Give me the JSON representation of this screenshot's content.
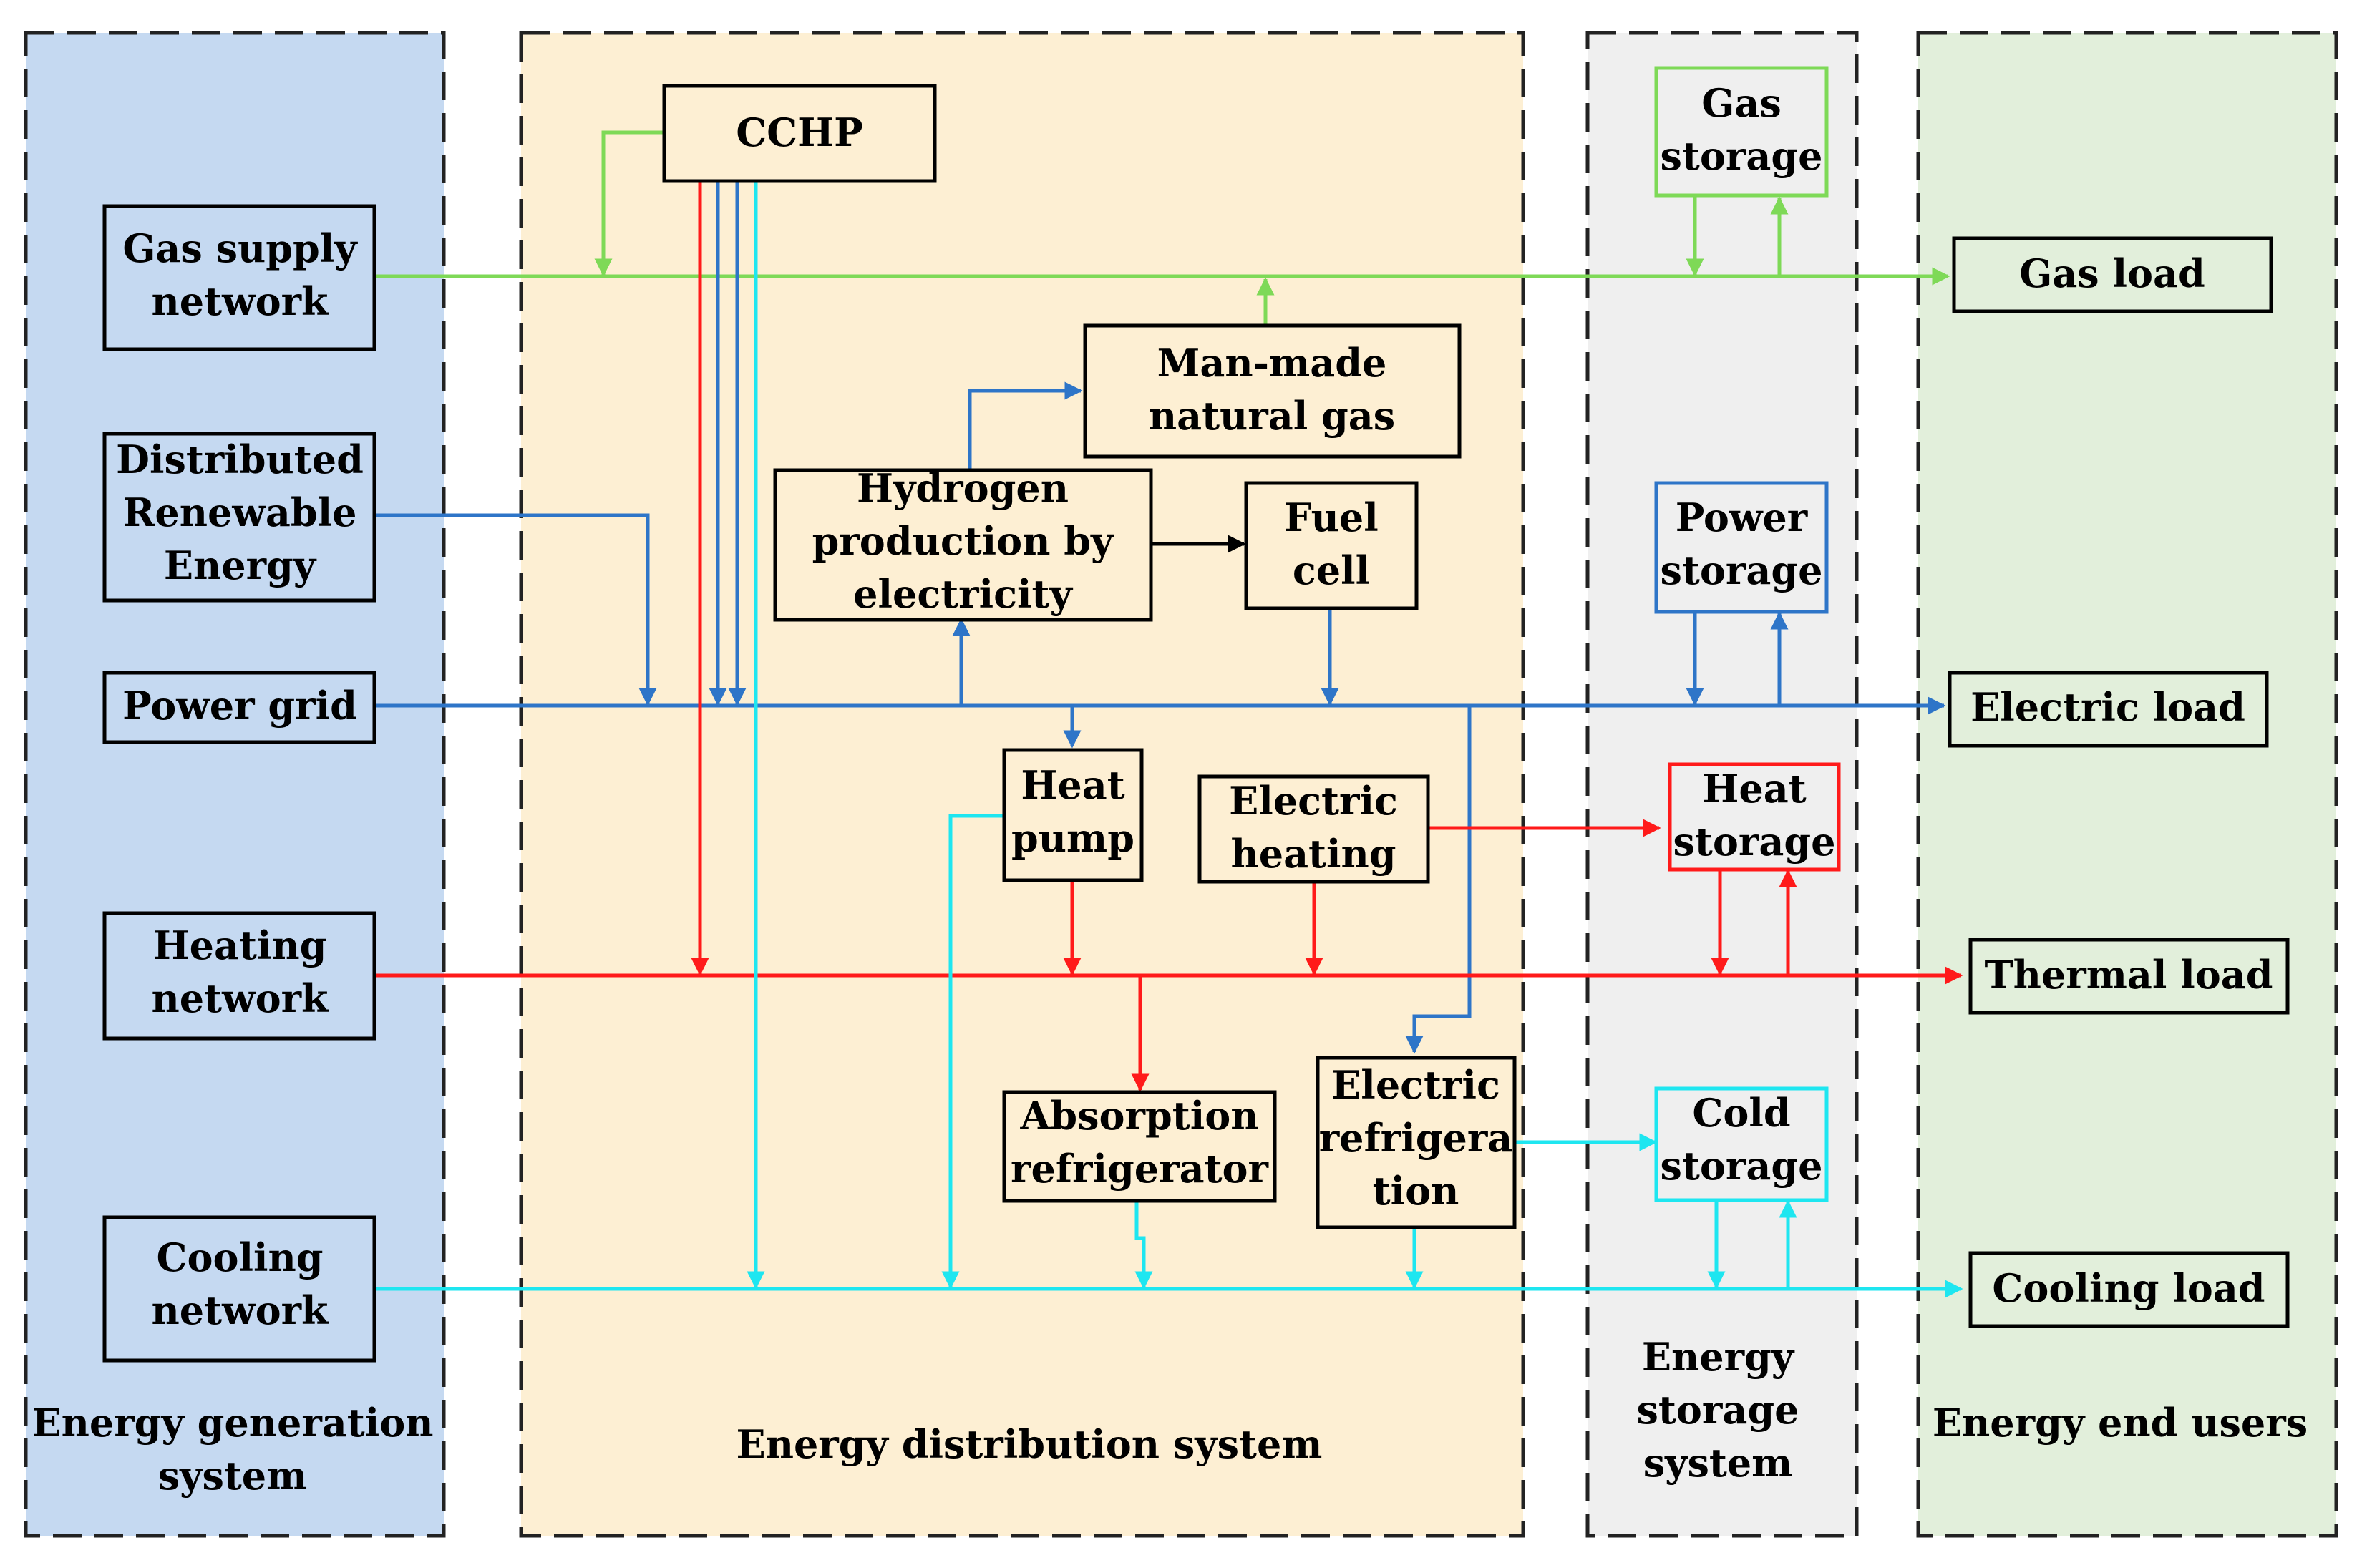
{
  "colors": {
    "generation_panel": "#c5d9f1",
    "distribution_panel": "#fdefd3",
    "storage_panel": "#efefef",
    "users_panel": "#e2efdb",
    "gas": "#7ed957",
    "power": "#2e75c8",
    "heat": "#ff1a1a",
    "cooling": "#1ee6f0",
    "control": "#000000"
  },
  "panels": {
    "generation": {
      "lines": [
        "Energy generation",
        "system"
      ]
    },
    "distribution": {
      "lines": [
        "Energy distribution system"
      ]
    },
    "storage": {
      "lines": [
        "Energy",
        "storage",
        "system"
      ]
    },
    "users": {
      "lines": [
        "Energy end users"
      ]
    }
  },
  "nodes": {
    "gas_supply_network": {
      "lines": [
        "Gas supply",
        "network"
      ]
    },
    "distributed_renewable_energy": {
      "lines": [
        "Distributed",
        "Renewable",
        "Energy"
      ]
    },
    "power_grid": {
      "lines": [
        "Power grid"
      ]
    },
    "heating_network": {
      "lines": [
        "Heating",
        "network"
      ]
    },
    "cooling_network": {
      "lines": [
        "Cooling",
        "network"
      ]
    },
    "cchp": {
      "lines": [
        "CCHP"
      ]
    },
    "man_made_natural_gas": {
      "lines": [
        "Man-made",
        "natural gas"
      ]
    },
    "hydrogen_production": {
      "lines": [
        "Hydrogen",
        "production by",
        "electricity"
      ]
    },
    "fuel_cell": {
      "lines": [
        "Fuel",
        "cell"
      ]
    },
    "heat_pump": {
      "lines": [
        "Heat",
        "pump"
      ]
    },
    "electric_heating": {
      "lines": [
        "Electric",
        "heating"
      ]
    },
    "absorption_refrigerator": {
      "lines": [
        "Absorption",
        "refrigerator"
      ]
    },
    "electric_refrigeration": {
      "lines": [
        "Electric",
        "refrigera",
        "tion"
      ]
    },
    "gas_storage": {
      "lines": [
        "Gas",
        "storage"
      ]
    },
    "power_storage": {
      "lines": [
        "Power",
        "storage"
      ]
    },
    "heat_storage": {
      "lines": [
        "Heat",
        "storage"
      ]
    },
    "cold_storage": {
      "lines": [
        "Cold",
        "storage"
      ]
    },
    "gas_load": {
      "lines": [
        "Gas load"
      ]
    },
    "electric_load": {
      "lines": [
        "Electric load"
      ]
    },
    "thermal_load": {
      "lines": [
        "Thermal load"
      ]
    },
    "cooling_load": {
      "lines": [
        "Cooling load"
      ]
    }
  }
}
